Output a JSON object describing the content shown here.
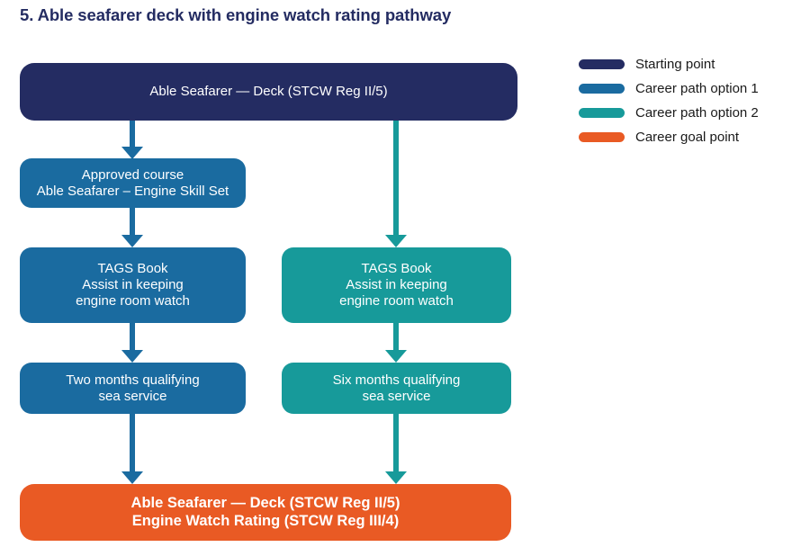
{
  "page": {
    "title": "5. Able seafarer deck with engine watch rating pathway",
    "background": "#FFFFFF"
  },
  "colors": {
    "starting_point": "#242C62",
    "career_path_option_1": "#1A6BA0",
    "career_path_option_2": "#179A9A",
    "career_goal_point": "#E95A24",
    "node_text": "#FFFFFF",
    "legend_text": "#1A1A1A"
  },
  "flowchart": {
    "start_node": {
      "label": "Able Seafarer — Deck (STCW Reg II/5)",
      "category": "Starting point",
      "color": "#242C62"
    },
    "option1_nodes": [
      {
        "label": "Approved course\nAble Seafarer – Engine Skill Set",
        "category": "Career path option 1",
        "color": "#1A6BA0"
      },
      {
        "label": "TAGS Book\nAssist in keeping\nengine room watch",
        "category": "Career path option 1",
        "color": "#1A6BA0"
      },
      {
        "label": "Two months qualifying\nsea service",
        "category": "Career path option 1",
        "color": "#1A6BA0"
      }
    ],
    "option2_nodes": [
      {
        "label": "TAGS Book\nAssist in keeping\nengine room watch",
        "category": "Career path option 2",
        "color": "#179A9A"
      },
      {
        "label": "Six months qualifying\nsea service",
        "category": "Career path option 2",
        "color": "#179A9A"
      }
    ],
    "goal_node": {
      "label": "Able Seafarer — Deck (STCW Reg II/5)\nEngine Watch Rating (STCW Reg III/4)",
      "category": "Career goal point",
      "color": "#E95A24"
    }
  },
  "legend": {
    "items": [
      {
        "label": "Starting point",
        "color": "#242C62"
      },
      {
        "label": "Career path option 1",
        "color": "#1A6BA0"
      },
      {
        "label": "Career path option 2",
        "color": "#179A9A"
      },
      {
        "label": "Career goal point",
        "color": "#E95A24"
      }
    ]
  }
}
